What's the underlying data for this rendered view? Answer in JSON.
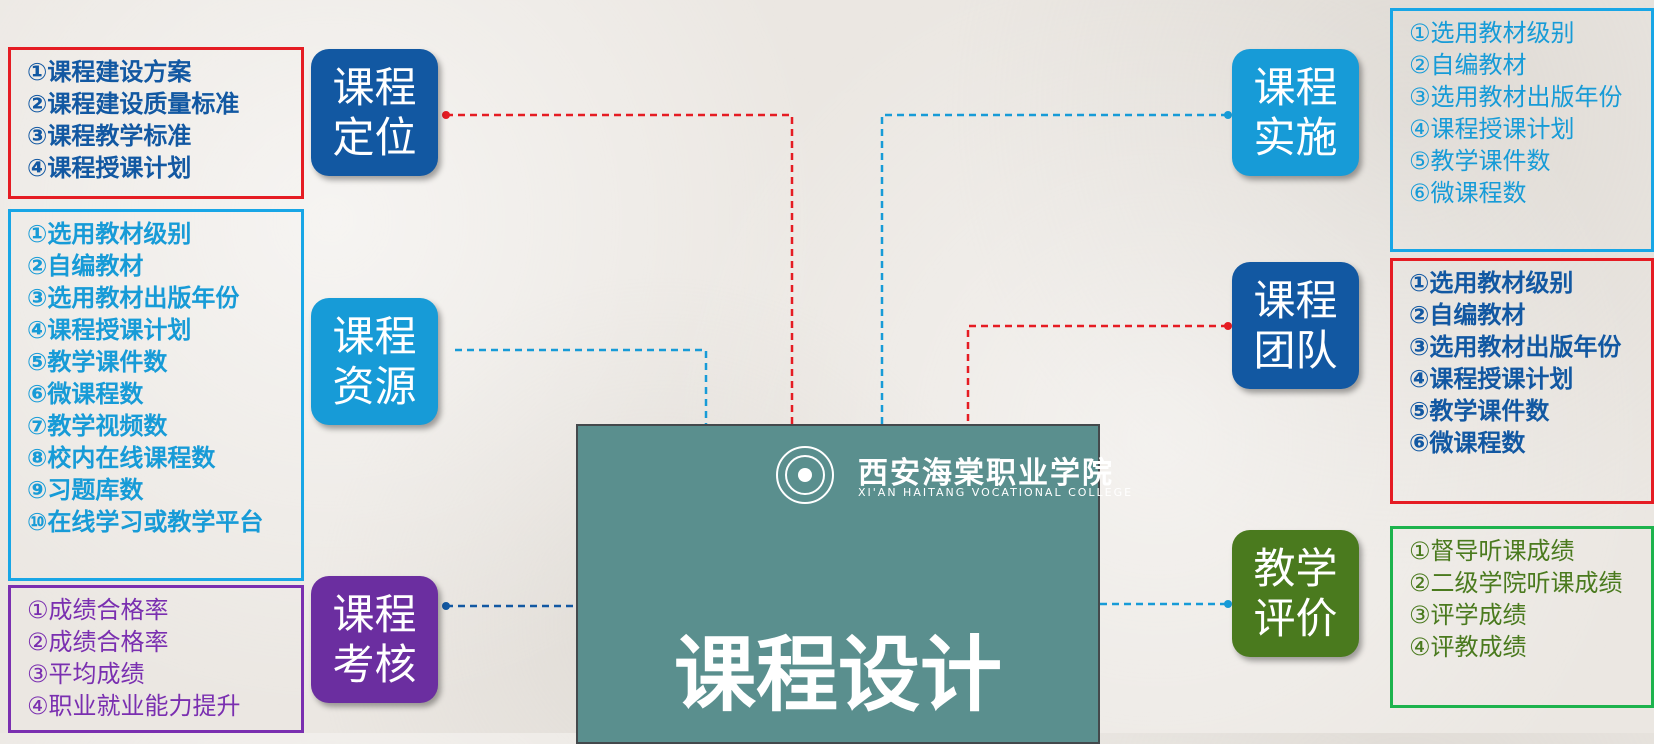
{
  "nodes": {
    "positioning": "课程定位",
    "resources": "课程资源",
    "assessment": "课程考核",
    "implementation": "课程实施",
    "team": "课程团队",
    "evaluation": "教学评价"
  },
  "lists": {
    "positioning": [
      "①课程建设方案",
      "②课程建设质量标准",
      "③课程教学标准",
      "④课程授课计划"
    ],
    "resources": [
      "①选用教材级别",
      "②自编教材",
      "③选用教材出版年份",
      "④课程授课计划",
      "⑤教学课件数",
      "⑥微课程数",
      "⑦教学视频数",
      "⑧校内在线课程数",
      "⑨习题库数",
      "⑩在线学习或教学平台"
    ],
    "assessment": [
      "①成绩合格率",
      "②成绩合格率",
      "③平均成绩",
      "④职业就业能力提升"
    ],
    "implementation": [
      "①选用教材级别",
      "②自编教材",
      "③选用教材出版年份",
      "④课程授课计划",
      "⑤教学课件数",
      "⑥微课程数"
    ],
    "team": [
      "①选用教材级别",
      "②自编教材",
      "③选用教材出版年份",
      "④课程授课计划",
      "⑤教学课件数",
      "⑥微课程数"
    ],
    "evaluation": [
      "①督导听课成绩",
      "②二级学院听课成绩",
      "③评学成绩",
      "④评教成绩"
    ]
  },
  "center": {
    "title": "课程设计",
    "logo_cn": "西安海棠职业学院",
    "logo_en": "XI'AN HAITANG VOCATIONAL COLLEGE"
  },
  "colors": {
    "positioning": "#1258a2",
    "resources": "#179bd7",
    "assessment": "#6b2ea0",
    "implementation": "#179bd7",
    "team": "#1258a2",
    "evaluation": "#4a7a1e",
    "red": "#e51c23",
    "light_blue": "#18a6e6",
    "purple": "#7a2fb0",
    "green": "#1db34d",
    "card": "#5a8f8e"
  }
}
